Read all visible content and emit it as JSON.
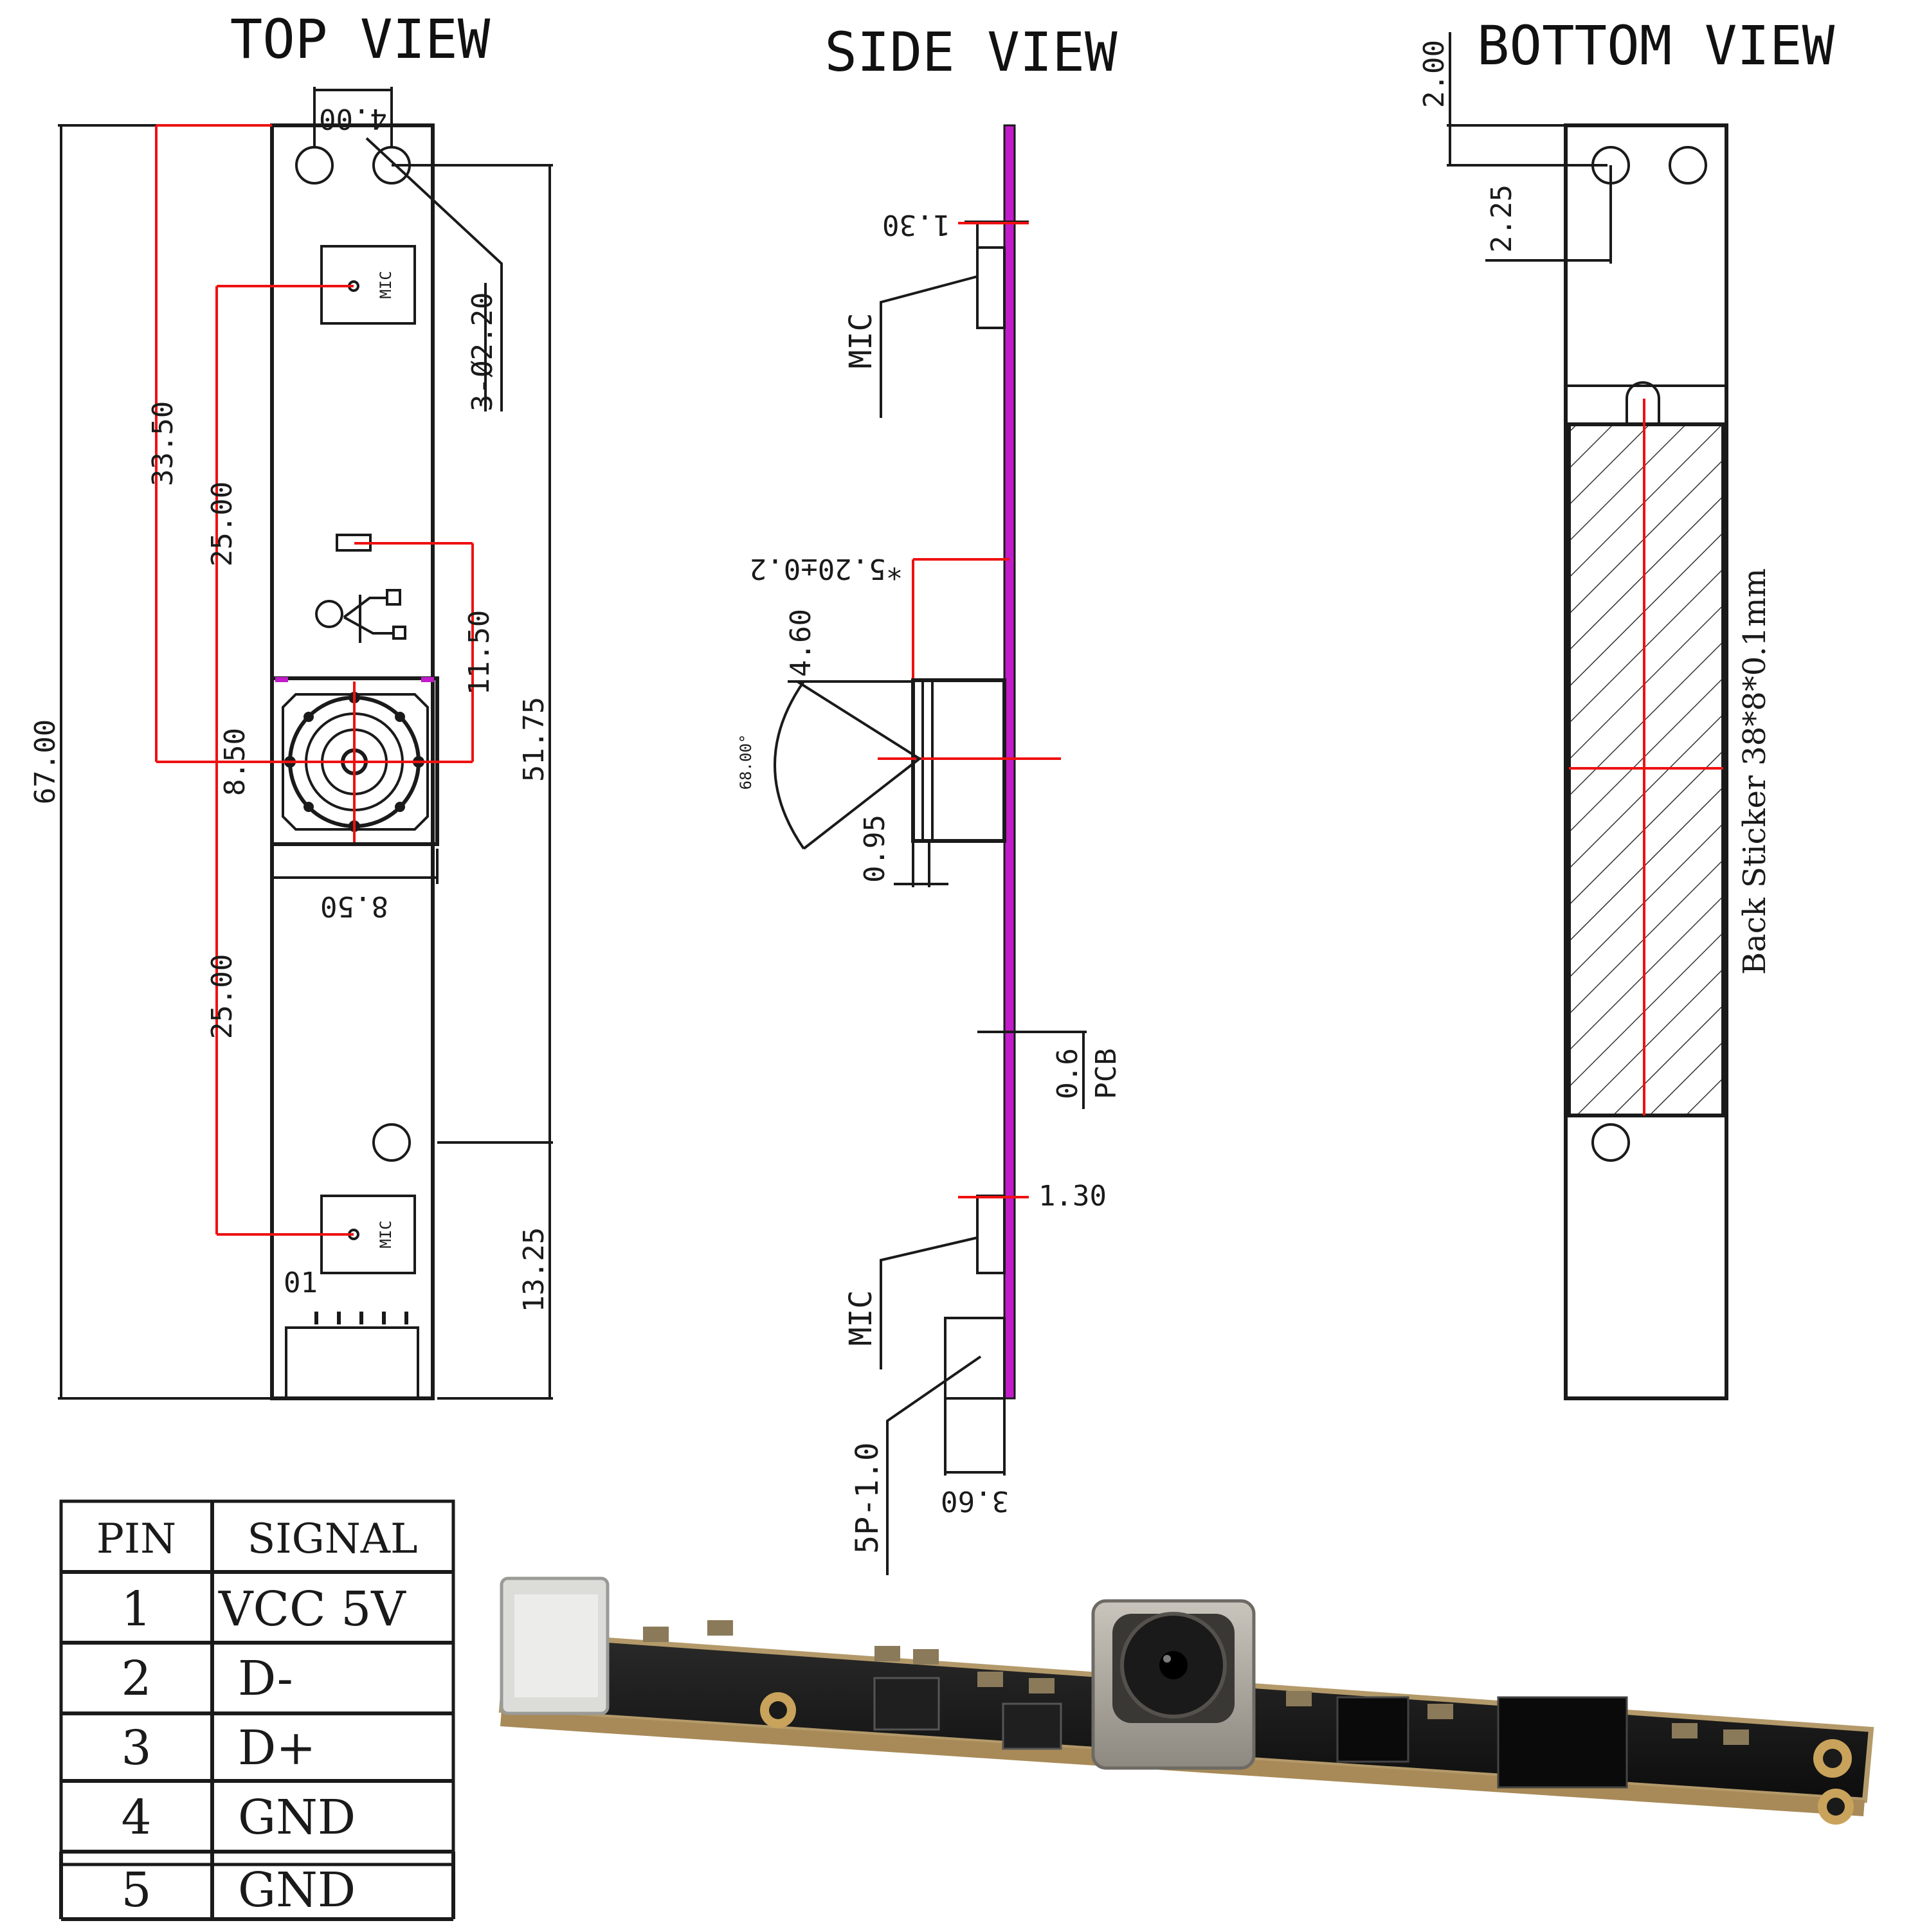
{
  "views": {
    "top_title": "TOP VIEW",
    "side_title": "SIDE VIEW",
    "bottom_title": "BOTTOM VIEW"
  },
  "top_view": {
    "hole_spacing": "4.00",
    "hole_callout": "3-Ø2.20",
    "dim_33_50": "33.50",
    "dim_25_00_upper": "25.00",
    "dim_25_00_lower": "25.00",
    "dim_11_50": "11.50",
    "dim_8_50_vertical": "8.50",
    "dim_8_50_horizontal": "8.50",
    "dim_51_75": "51.75",
    "dim_67_00": "67.00",
    "dim_13_25": "13.25",
    "mic_label_upper": "MIC",
    "mic_label_lower": "MIC",
    "pin1_marker": "01"
  },
  "side_view": {
    "dim_1_30_upper": "1.30",
    "dim_1_30_lower": "1.30",
    "mic_label_upper": "MIC",
    "mic_label_lower": "MIC",
    "height_tolerance": "*5.20±0.2",
    "dim_4_60": "4.60",
    "fov_angle": "68.00°",
    "dim_0_95": "0.95",
    "pcb_thickness": "0.6",
    "pcb_label": "PCB",
    "connector_label": "5P-1.0",
    "dim_3_60": "3.60"
  },
  "bottom_view": {
    "dim_2_00": "2.00",
    "dim_2_25": "2.25",
    "sticker_label": "Back Sticker 38*8*0.1mm"
  },
  "pin_table": {
    "headers": [
      "PIN",
      "SIGNAL"
    ],
    "rows": [
      {
        "pin": "1",
        "signal": "VCC 5V"
      },
      {
        "pin": "2",
        "signal": "D-"
      },
      {
        "pin": "3",
        "signal": "D+"
      },
      {
        "pin": "4",
        "signal": "GND"
      },
      {
        "pin": "5",
        "signal": "GND"
      }
    ]
  },
  "colors": {
    "dimension_red": "#e11111",
    "pcb_magenta": "#c21bc9",
    "board_black": "#161616"
  }
}
